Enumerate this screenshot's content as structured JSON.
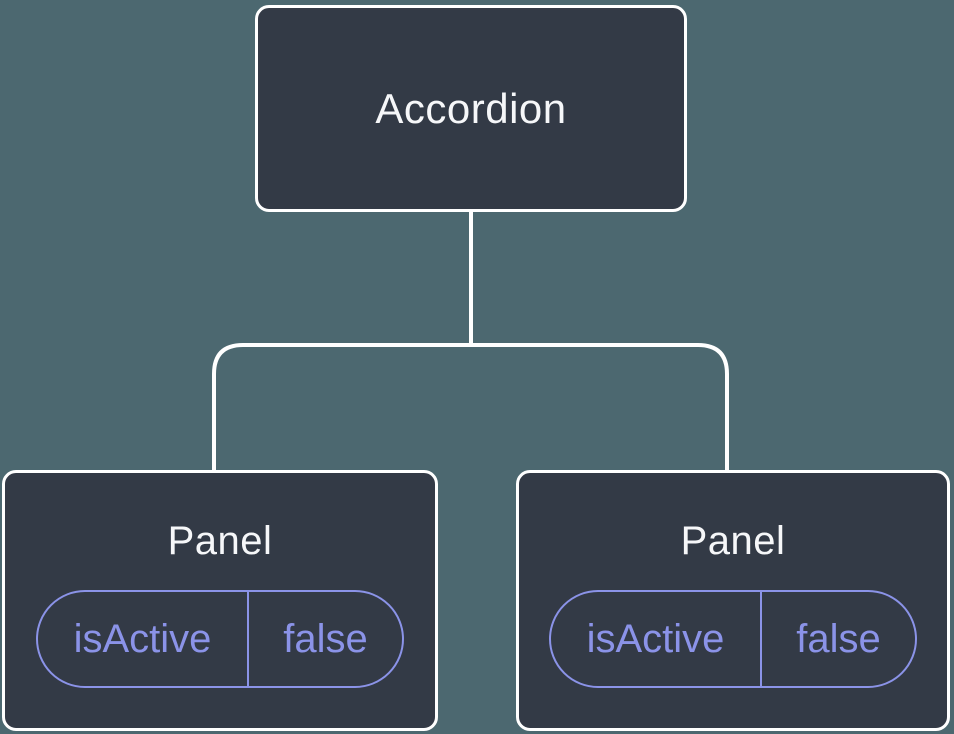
{
  "diagram": {
    "root": {
      "label": "Accordion"
    },
    "children": [
      {
        "label": "Panel",
        "props": [
          {
            "name": "isActive",
            "value": "false"
          }
        ]
      },
      {
        "label": "Panel",
        "props": [
          {
            "name": "isActive",
            "value": "false"
          }
        ]
      }
    ]
  },
  "colors": {
    "background": "#4C6870",
    "node_fill": "#333A46",
    "node_border": "#FFFFFF",
    "connector": "#FFFFFF",
    "accent_purple": "#8B93E8",
    "title_text": "#F6F7F9"
  }
}
